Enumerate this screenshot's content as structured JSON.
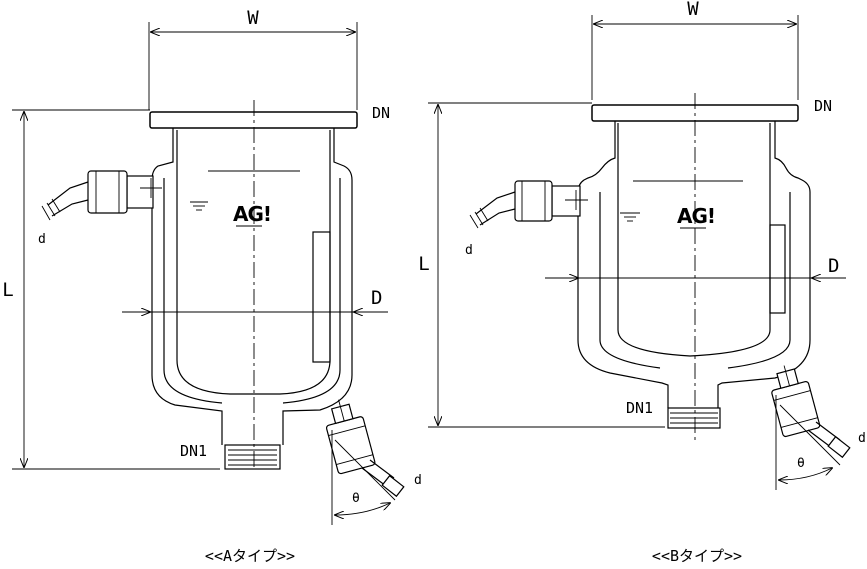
{
  "labels": {
    "width": "W",
    "length": "L",
    "flange": "DN",
    "diameter": "D",
    "outlet": "DN1",
    "nozzle": "d",
    "angle": "θ",
    "logo": "AG!"
  },
  "captions": {
    "type_a": "<<Aタイプ>>",
    "type_b": "<<Bタイプ>>"
  }
}
